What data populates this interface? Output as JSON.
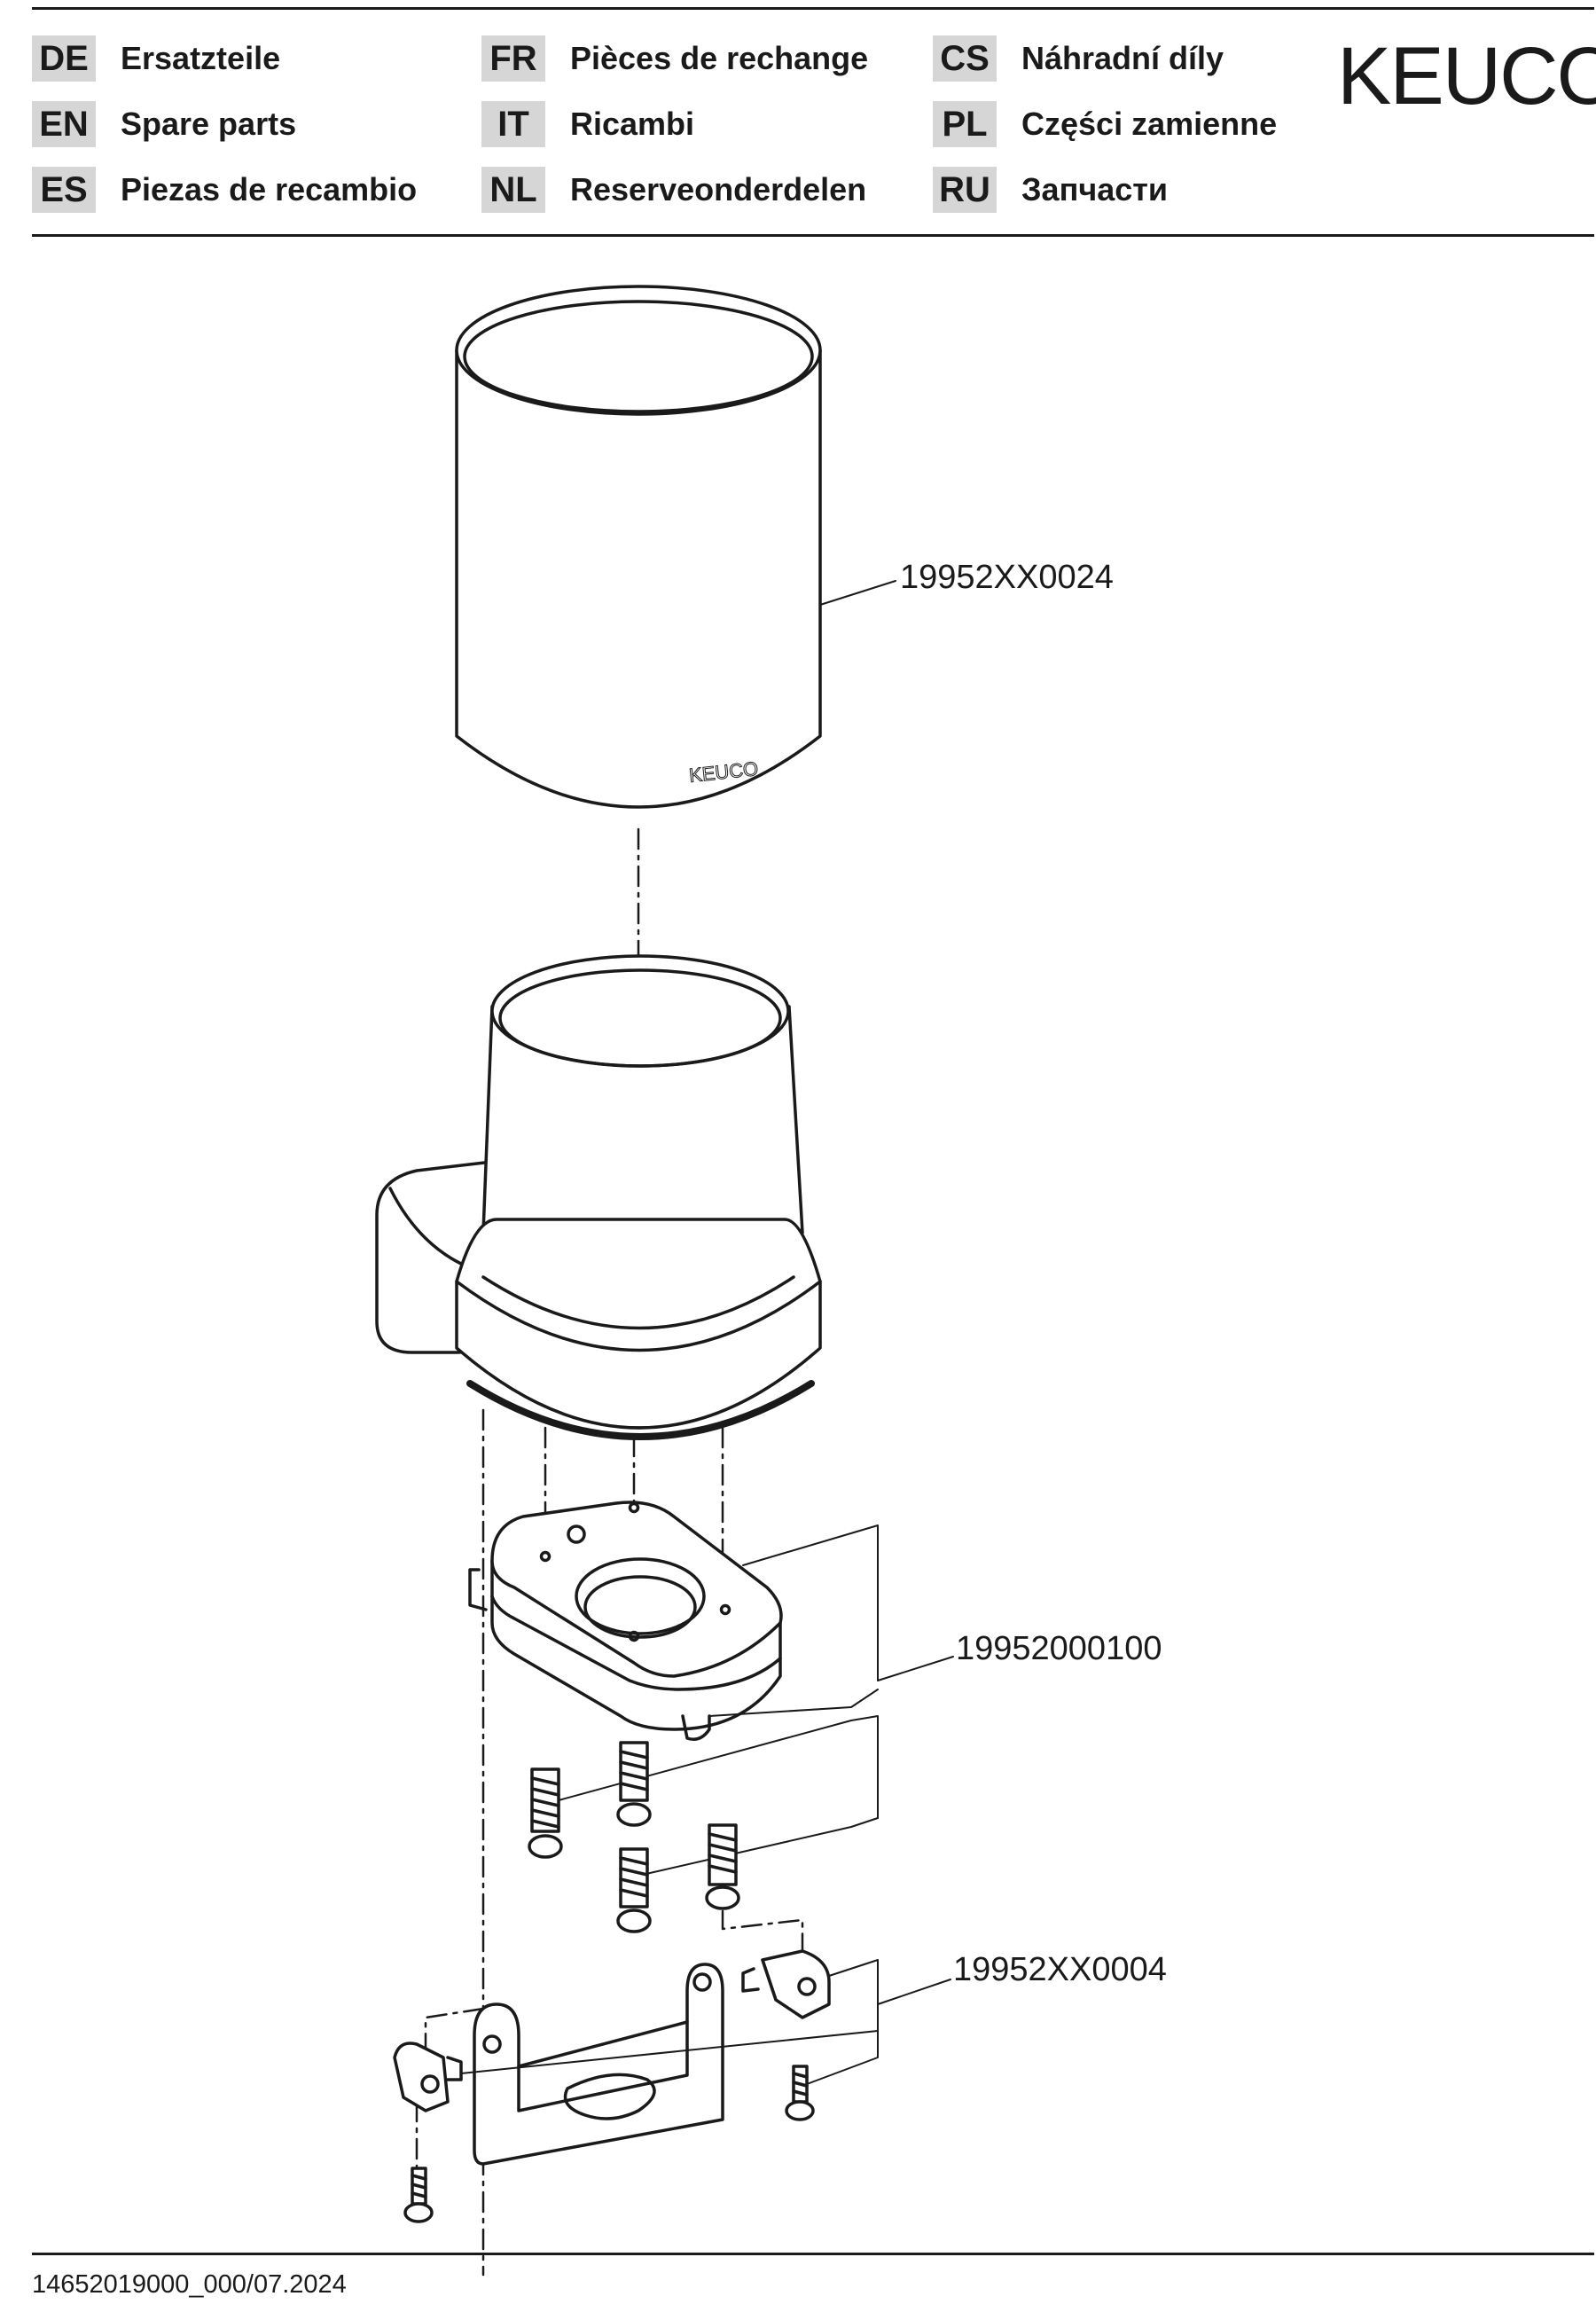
{
  "header": {
    "languages": [
      {
        "code": "DE",
        "name": "Ersatzteile"
      },
      {
        "code": "EN",
        "name": "Spare parts"
      },
      {
        "code": "ES",
        "name": "Piezas de recambio"
      },
      {
        "code": "FR",
        "name": "Pièces de rechange"
      },
      {
        "code": "IT",
        "name": "Ricambi"
      },
      {
        "code": "NL",
        "name": "Reserveonderdelen"
      },
      {
        "code": "CS",
        "name": "Náhradní díly"
      },
      {
        "code": "PL",
        "name": "Części zamienne"
      },
      {
        "code": "RU",
        "name": "Запчасти"
      }
    ],
    "logo": "KEUCO"
  },
  "diagram": {
    "cup_logo": "KEUCO",
    "parts": [
      {
        "number": "19952XX0024"
      },
      {
        "number": "19952000100"
      },
      {
        "number": "19952XX0004"
      }
    ]
  },
  "footer": {
    "doc_id": "14652019000_000/07.2024"
  }
}
